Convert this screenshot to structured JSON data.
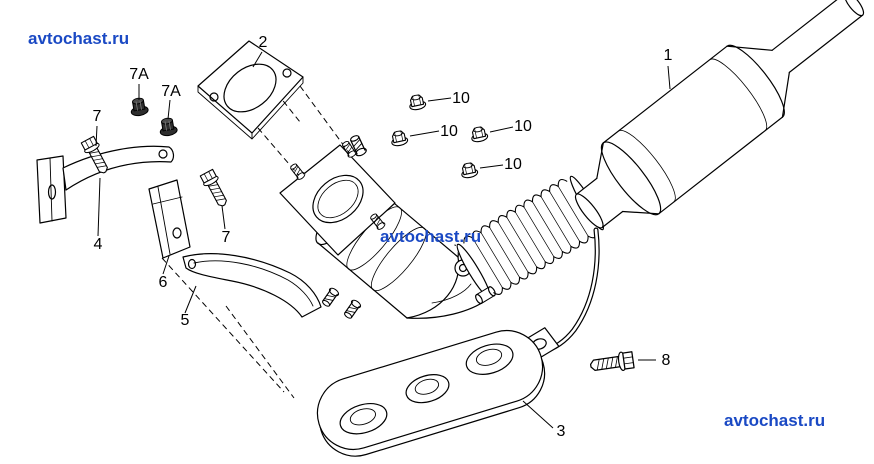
{
  "watermarks": {
    "top_left": "avtochast.ru",
    "center": "avtochast.ru",
    "bottom_right": "avtochast.ru"
  },
  "callouts": {
    "part1": "1",
    "part2": "2",
    "part3": "3",
    "part4": "4",
    "part5": "5",
    "part6": "6",
    "part7": "7",
    "part7a": "7A",
    "part8": "8",
    "part10": "10"
  },
  "colors": {
    "watermark_blue": "#1a49c4",
    "line_black": "#000000",
    "background": "#ffffff"
  }
}
